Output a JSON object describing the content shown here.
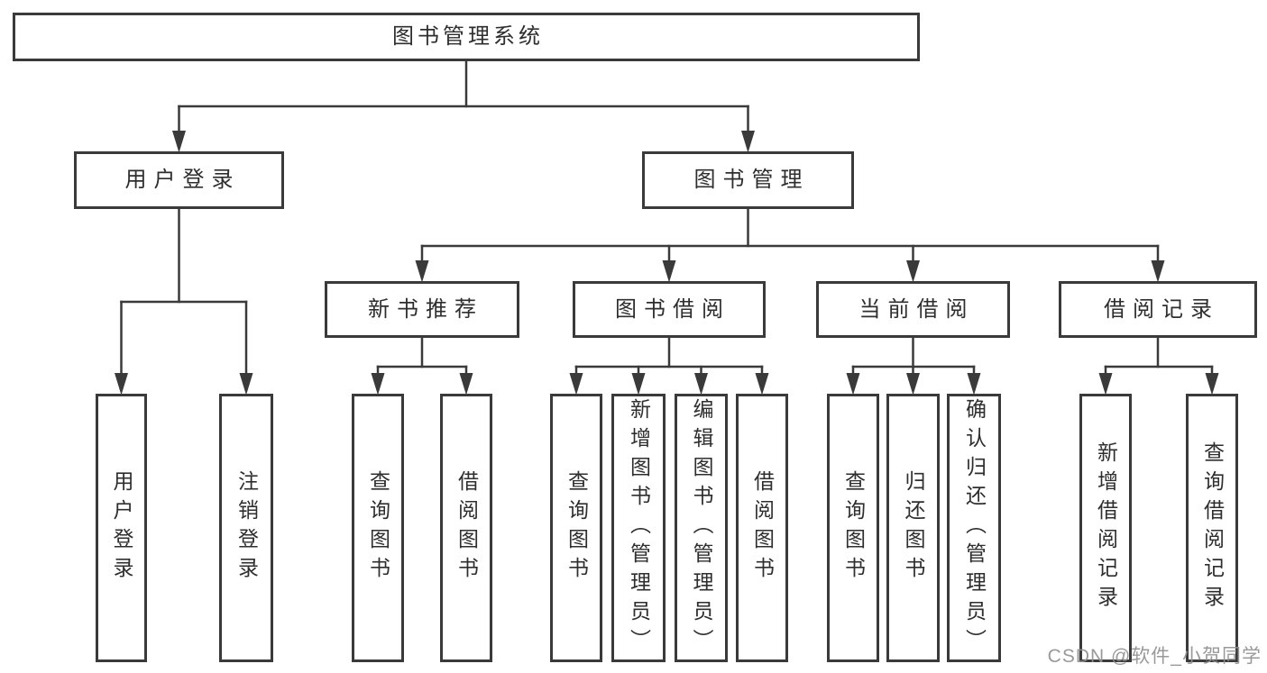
{
  "diagram_title": "图书管理系统",
  "watermark": "CSDN @软件_小贺同学",
  "colors": {
    "background": "#ffffff",
    "line": "#3a3a3a",
    "box_border": "#3a3a3a",
    "text": "#2e2e2e",
    "watermark": "#919191"
  },
  "nodes": {
    "root": {
      "label": "图书管理系统"
    },
    "login": {
      "label": "用户登录"
    },
    "mgmt": {
      "label": "图书管理"
    },
    "recommend": {
      "label": "新书推荐"
    },
    "borrow": {
      "label": "图书借阅"
    },
    "current": {
      "label": "当前借阅"
    },
    "records": {
      "label": "借阅记录"
    },
    "login_user": {
      "label": "用户登录"
    },
    "login_logout": {
      "label": "注销登录"
    },
    "rec_query": {
      "label": "查询图书"
    },
    "rec_borrow": {
      "label": "借阅图书"
    },
    "bor_query": {
      "label": "查询图书"
    },
    "bor_add": {
      "label": "新增图书（管理员）"
    },
    "bor_edit": {
      "label": "编辑图书（管理员）"
    },
    "bor_borrow": {
      "label": "借阅图书"
    },
    "cur_query": {
      "label": "查询图书"
    },
    "cur_return": {
      "label": "归还图书"
    },
    "cur_confirm": {
      "label": "确认归还（管理员）"
    },
    "rcd_add": {
      "label": "新增借阅记录"
    },
    "rcd_query": {
      "label": "查询借阅记录"
    }
  },
  "hierarchy": [
    {
      "parent": "图书管理系统",
      "children": [
        "用户登录",
        "图书管理"
      ]
    },
    {
      "parent": "用户登录",
      "children": [
        "用户登录",
        "注销登录"
      ]
    },
    {
      "parent": "图书管理",
      "children": [
        "新书推荐",
        "图书借阅",
        "当前借阅",
        "借阅记录"
      ]
    },
    {
      "parent": "新书推荐",
      "children": [
        "查询图书",
        "借阅图书"
      ]
    },
    {
      "parent": "图书借阅",
      "children": [
        "查询图书",
        "新增图书（管理员）",
        "编辑图书（管理员）",
        "借阅图书"
      ]
    },
    {
      "parent": "当前借阅",
      "children": [
        "查询图书",
        "归还图书",
        "确认归还（管理员）"
      ]
    },
    {
      "parent": "借阅记录",
      "children": [
        "新增借阅记录",
        "查询借阅记录"
      ]
    }
  ]
}
